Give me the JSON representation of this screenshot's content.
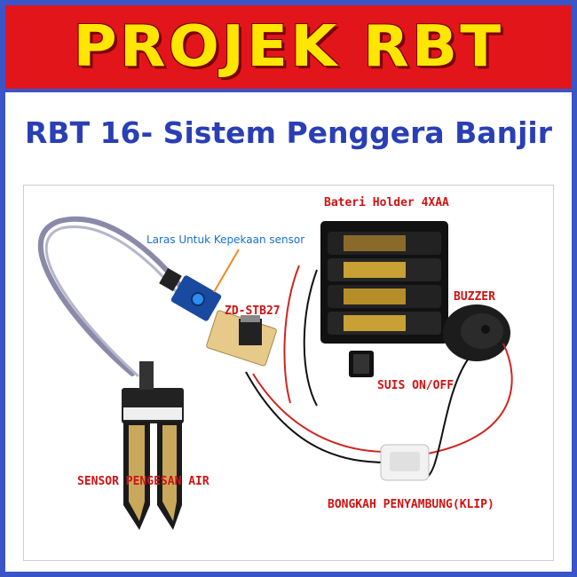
{
  "banner": {
    "title": "PROJEK RBT"
  },
  "subtitle": "RBT 16- Sistem Penggera Banjir",
  "labels": {
    "battery": "Bateri Holder 4XAA",
    "pot": "Laras Untuk Kepekaan sensor",
    "regulator": "ZD-STB27",
    "buzzer": "BUZZER",
    "switch": "SUIS ON/OFF",
    "sensor": "SENSOR PENGESAN AIR",
    "clip": "BONGKAH PENYAMBUNG(KLIP)"
  },
  "colors": {
    "frame": "#3a55c8",
    "banner": "#e2151b",
    "banner_text": "#ffe600",
    "subtitle": "#2a3fb5",
    "label": "#d11212",
    "pot_label": "#1a6fd1"
  }
}
